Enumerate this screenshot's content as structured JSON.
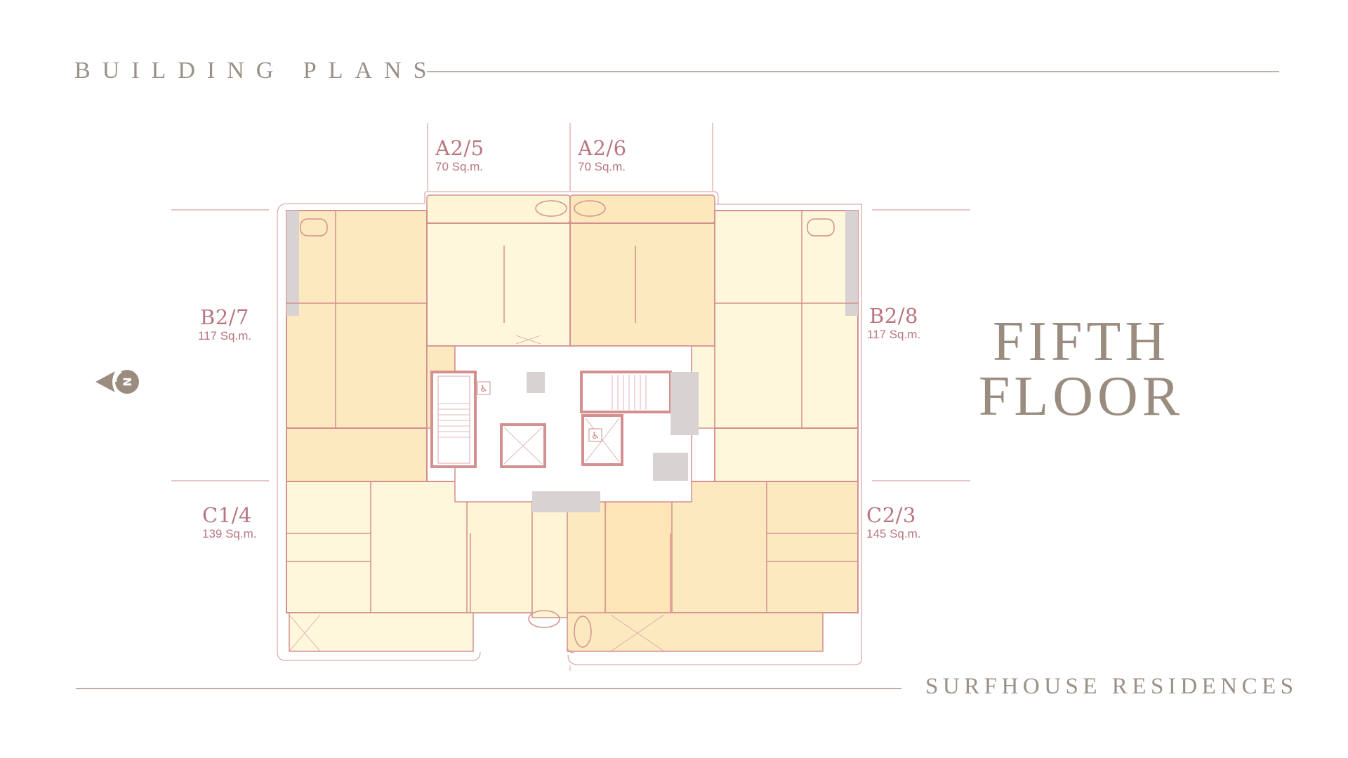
{
  "header": {
    "title": "BUILDING PLANS"
  },
  "footer": {
    "brand": "SURFHOUSE RESIDENCES"
  },
  "floor": {
    "line1": "FIFTH",
    "line2": "FLOOR"
  },
  "compass": {
    "icon": "north-arrow-icon",
    "letter": "N",
    "direction": "west"
  },
  "units": [
    {
      "code": "A2/5",
      "area": "70 Sq.m.",
      "position": "top-left"
    },
    {
      "code": "A2/6",
      "area": "70 Sq.m.",
      "position": "top-right"
    },
    {
      "code": "B2/7",
      "area": "117 Sq.m.",
      "position": "middle-left"
    },
    {
      "code": "B2/8",
      "area": "117 Sq.m.",
      "position": "middle-right"
    },
    {
      "code": "C1/4",
      "area": "139 Sq.m.",
      "position": "bottom-left"
    },
    {
      "code": "C2/3",
      "area": "145 Sq.m.",
      "position": "bottom-right"
    }
  ],
  "colors": {
    "text_taupe": "#9a9087",
    "unit_label": "#b97680",
    "wall_line": "#d08b8b",
    "unit_fill_light": "#fef8dc",
    "unit_fill_warm": "#fde9bf",
    "core_gray": "#d9d2d2",
    "compass": "#9a8c7f"
  }
}
